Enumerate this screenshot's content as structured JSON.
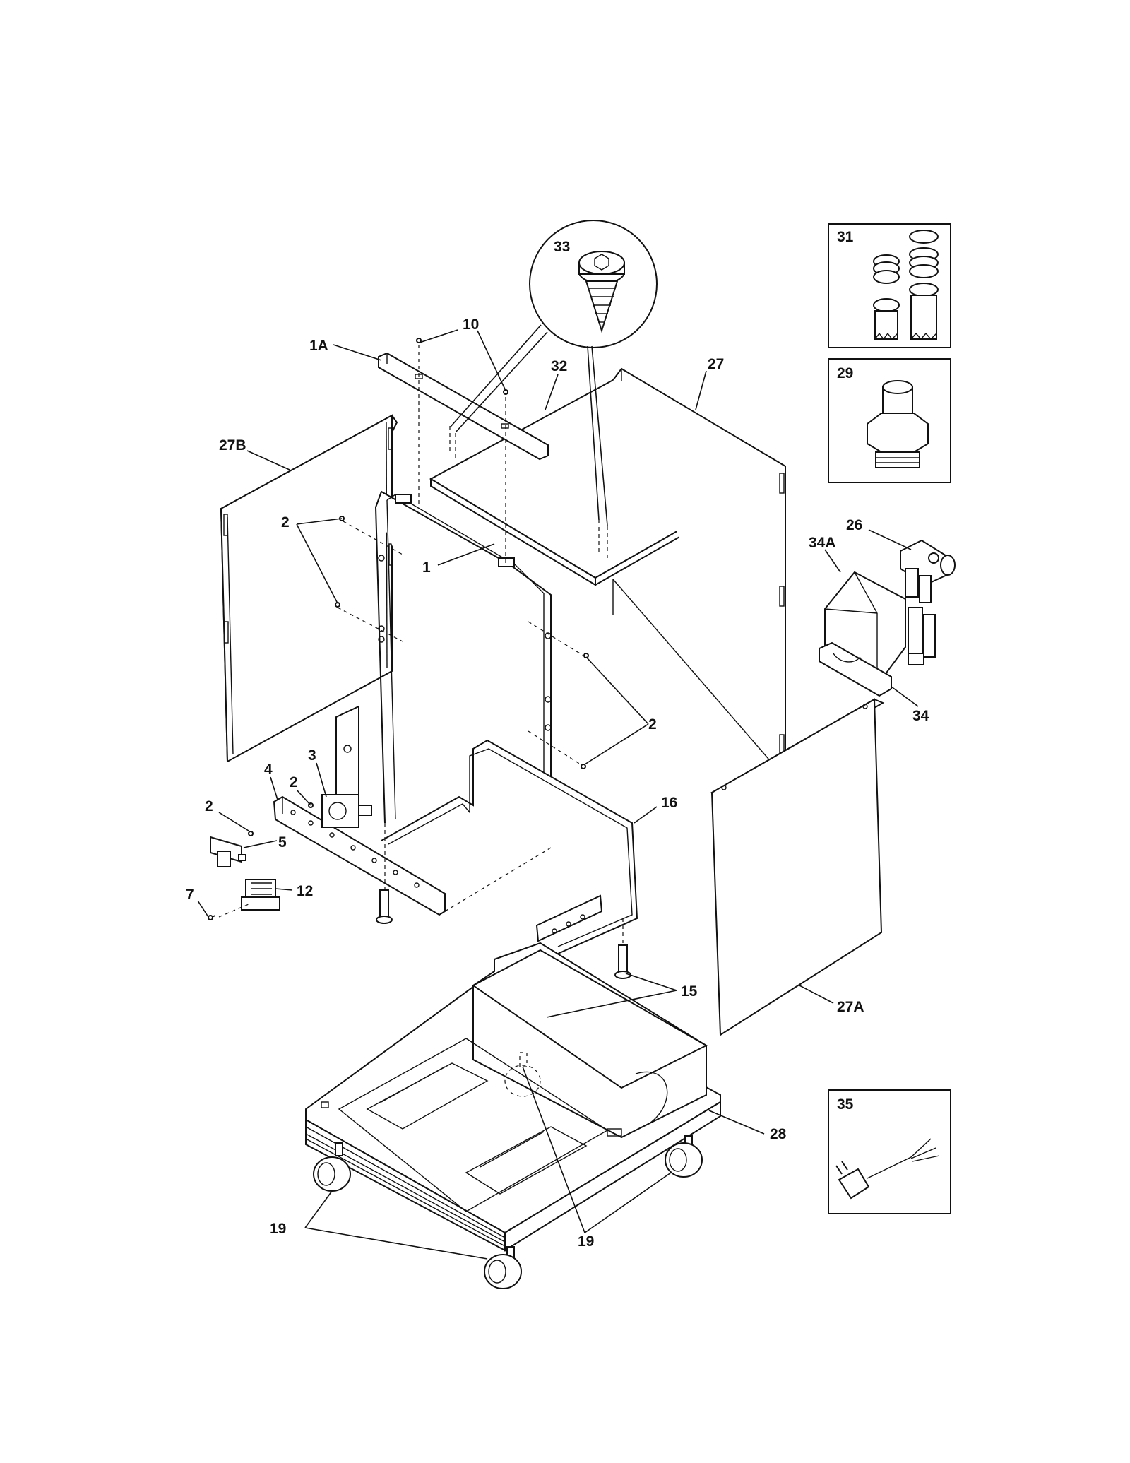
{
  "labels": {
    "l1": "1",
    "l1A": "1A",
    "l2a": "2",
    "l2b": "2",
    "l2c": "2",
    "l2d": "2",
    "l3": "3",
    "l4": "4",
    "l5": "5",
    "l7": "7",
    "l10": "10",
    "l12": "12",
    "l15": "15",
    "l16": "16",
    "l19a": "19",
    "l19b": "19",
    "l26": "26",
    "l27": "27",
    "l27A": "27A",
    "l27B": "27B",
    "l28": "28",
    "l29": "29",
    "l31": "31",
    "l32": "32",
    "l33": "33",
    "l34": "34",
    "l34A": "34A",
    "l35": "35"
  }
}
